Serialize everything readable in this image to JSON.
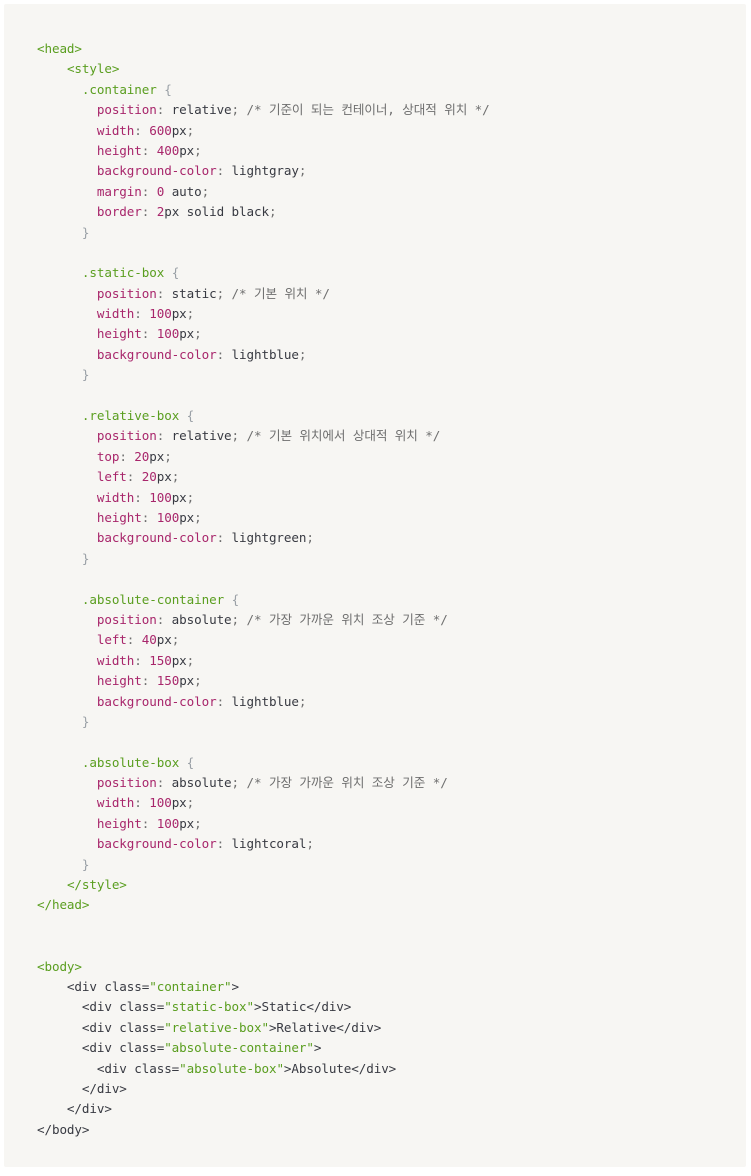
{
  "code_lines": [
    [
      {
        "c": "tag",
        "t": "<head>"
      }
    ],
    [
      {
        "c": "txt",
        "t": "    "
      },
      {
        "c": "tag",
        "t": "<style>"
      }
    ],
    [
      {
        "c": "txt",
        "t": "      "
      },
      {
        "c": "sel",
        "t": ".container"
      },
      {
        "c": "txt",
        "t": " "
      },
      {
        "c": "brace",
        "t": "{"
      }
    ],
    [
      {
        "c": "txt",
        "t": "        "
      },
      {
        "c": "prop",
        "t": "position"
      },
      {
        "c": "punct",
        "t": ":"
      },
      {
        "c": "txt",
        "t": " relative"
      },
      {
        "c": "punct",
        "t": ";"
      },
      {
        "c": "txt",
        "t": " "
      },
      {
        "c": "cmt",
        "t": "/* 기준이 되는 컨테이너, 상대적 위치 */"
      }
    ],
    [
      {
        "c": "txt",
        "t": "        "
      },
      {
        "c": "prop",
        "t": "width"
      },
      {
        "c": "punct",
        "t": ":"
      },
      {
        "c": "txt",
        "t": " "
      },
      {
        "c": "num",
        "t": "600"
      },
      {
        "c": "txt",
        "t": "px"
      },
      {
        "c": "punct",
        "t": ";"
      }
    ],
    [
      {
        "c": "txt",
        "t": "        "
      },
      {
        "c": "prop",
        "t": "height"
      },
      {
        "c": "punct",
        "t": ":"
      },
      {
        "c": "txt",
        "t": " "
      },
      {
        "c": "num",
        "t": "400"
      },
      {
        "c": "txt",
        "t": "px"
      },
      {
        "c": "punct",
        "t": ";"
      }
    ],
    [
      {
        "c": "txt",
        "t": "        "
      },
      {
        "c": "prop",
        "t": "background-color"
      },
      {
        "c": "punct",
        "t": ":"
      },
      {
        "c": "txt",
        "t": " lightgray"
      },
      {
        "c": "punct",
        "t": ";"
      }
    ],
    [
      {
        "c": "txt",
        "t": "        "
      },
      {
        "c": "prop",
        "t": "margin"
      },
      {
        "c": "punct",
        "t": ":"
      },
      {
        "c": "txt",
        "t": " "
      },
      {
        "c": "num",
        "t": "0"
      },
      {
        "c": "txt",
        "t": " auto"
      },
      {
        "c": "punct",
        "t": ";"
      }
    ],
    [
      {
        "c": "txt",
        "t": "        "
      },
      {
        "c": "prop",
        "t": "border"
      },
      {
        "c": "punct",
        "t": ":"
      },
      {
        "c": "txt",
        "t": " "
      },
      {
        "c": "num",
        "t": "2"
      },
      {
        "c": "txt",
        "t": "px solid black"
      },
      {
        "c": "punct",
        "t": ";"
      }
    ],
    [
      {
        "c": "txt",
        "t": "      "
      },
      {
        "c": "brace",
        "t": "}"
      }
    ],
    [],
    [
      {
        "c": "txt",
        "t": "      "
      },
      {
        "c": "sel",
        "t": ".static-box"
      },
      {
        "c": "txt",
        "t": " "
      },
      {
        "c": "brace",
        "t": "{"
      }
    ],
    [
      {
        "c": "txt",
        "t": "        "
      },
      {
        "c": "prop",
        "t": "position"
      },
      {
        "c": "punct",
        "t": ":"
      },
      {
        "c": "txt",
        "t": " static"
      },
      {
        "c": "punct",
        "t": ";"
      },
      {
        "c": "txt",
        "t": " "
      },
      {
        "c": "cmt",
        "t": "/* 기본 위치 */"
      }
    ],
    [
      {
        "c": "txt",
        "t": "        "
      },
      {
        "c": "prop",
        "t": "width"
      },
      {
        "c": "punct",
        "t": ":"
      },
      {
        "c": "txt",
        "t": " "
      },
      {
        "c": "num",
        "t": "100"
      },
      {
        "c": "txt",
        "t": "px"
      },
      {
        "c": "punct",
        "t": ";"
      }
    ],
    [
      {
        "c": "txt",
        "t": "        "
      },
      {
        "c": "prop",
        "t": "height"
      },
      {
        "c": "punct",
        "t": ":"
      },
      {
        "c": "txt",
        "t": " "
      },
      {
        "c": "num",
        "t": "100"
      },
      {
        "c": "txt",
        "t": "px"
      },
      {
        "c": "punct",
        "t": ";"
      }
    ],
    [
      {
        "c": "txt",
        "t": "        "
      },
      {
        "c": "prop",
        "t": "background-color"
      },
      {
        "c": "punct",
        "t": ":"
      },
      {
        "c": "txt",
        "t": " lightblue"
      },
      {
        "c": "punct",
        "t": ";"
      }
    ],
    [
      {
        "c": "txt",
        "t": "      "
      },
      {
        "c": "brace",
        "t": "}"
      }
    ],
    [],
    [
      {
        "c": "txt",
        "t": "      "
      },
      {
        "c": "sel",
        "t": ".relative-box"
      },
      {
        "c": "txt",
        "t": " "
      },
      {
        "c": "brace",
        "t": "{"
      }
    ],
    [
      {
        "c": "txt",
        "t": "        "
      },
      {
        "c": "prop",
        "t": "position"
      },
      {
        "c": "punct",
        "t": ":"
      },
      {
        "c": "txt",
        "t": " relative"
      },
      {
        "c": "punct",
        "t": ";"
      },
      {
        "c": "txt",
        "t": " "
      },
      {
        "c": "cmt",
        "t": "/* 기본 위치에서 상대적 위치 */"
      }
    ],
    [
      {
        "c": "txt",
        "t": "        "
      },
      {
        "c": "prop",
        "t": "top"
      },
      {
        "c": "punct",
        "t": ":"
      },
      {
        "c": "txt",
        "t": " "
      },
      {
        "c": "num",
        "t": "20"
      },
      {
        "c": "txt",
        "t": "px"
      },
      {
        "c": "punct",
        "t": ";"
      }
    ],
    [
      {
        "c": "txt",
        "t": "        "
      },
      {
        "c": "prop",
        "t": "left"
      },
      {
        "c": "punct",
        "t": ":"
      },
      {
        "c": "txt",
        "t": " "
      },
      {
        "c": "num",
        "t": "20"
      },
      {
        "c": "txt",
        "t": "px"
      },
      {
        "c": "punct",
        "t": ";"
      }
    ],
    [
      {
        "c": "txt",
        "t": "        "
      },
      {
        "c": "prop",
        "t": "width"
      },
      {
        "c": "punct",
        "t": ":"
      },
      {
        "c": "txt",
        "t": " "
      },
      {
        "c": "num",
        "t": "100"
      },
      {
        "c": "txt",
        "t": "px"
      },
      {
        "c": "punct",
        "t": ";"
      }
    ],
    [
      {
        "c": "txt",
        "t": "        "
      },
      {
        "c": "prop",
        "t": "height"
      },
      {
        "c": "punct",
        "t": ":"
      },
      {
        "c": "txt",
        "t": " "
      },
      {
        "c": "num",
        "t": "100"
      },
      {
        "c": "txt",
        "t": "px"
      },
      {
        "c": "punct",
        "t": ";"
      }
    ],
    [
      {
        "c": "txt",
        "t": "        "
      },
      {
        "c": "prop",
        "t": "background-color"
      },
      {
        "c": "punct",
        "t": ":"
      },
      {
        "c": "txt",
        "t": " lightgreen"
      },
      {
        "c": "punct",
        "t": ";"
      }
    ],
    [
      {
        "c": "txt",
        "t": "      "
      },
      {
        "c": "brace",
        "t": "}"
      }
    ],
    [],
    [
      {
        "c": "txt",
        "t": "      "
      },
      {
        "c": "sel",
        "t": ".absolute-container"
      },
      {
        "c": "txt",
        "t": " "
      },
      {
        "c": "brace",
        "t": "{"
      }
    ],
    [
      {
        "c": "txt",
        "t": "        "
      },
      {
        "c": "prop",
        "t": "position"
      },
      {
        "c": "punct",
        "t": ":"
      },
      {
        "c": "txt",
        "t": " absolute"
      },
      {
        "c": "punct",
        "t": ";"
      },
      {
        "c": "txt",
        "t": " "
      },
      {
        "c": "cmt",
        "t": "/* 가장 가까운 위치 조상 기준 */"
      }
    ],
    [
      {
        "c": "txt",
        "t": "        "
      },
      {
        "c": "prop",
        "t": "left"
      },
      {
        "c": "punct",
        "t": ":"
      },
      {
        "c": "txt",
        "t": " "
      },
      {
        "c": "num",
        "t": "40"
      },
      {
        "c": "txt",
        "t": "px"
      },
      {
        "c": "punct",
        "t": ";"
      }
    ],
    [
      {
        "c": "txt",
        "t": "        "
      },
      {
        "c": "prop",
        "t": "width"
      },
      {
        "c": "punct",
        "t": ":"
      },
      {
        "c": "txt",
        "t": " "
      },
      {
        "c": "num",
        "t": "150"
      },
      {
        "c": "txt",
        "t": "px"
      },
      {
        "c": "punct",
        "t": ";"
      }
    ],
    [
      {
        "c": "txt",
        "t": "        "
      },
      {
        "c": "prop",
        "t": "height"
      },
      {
        "c": "punct",
        "t": ":"
      },
      {
        "c": "txt",
        "t": " "
      },
      {
        "c": "num",
        "t": "150"
      },
      {
        "c": "txt",
        "t": "px"
      },
      {
        "c": "punct",
        "t": ";"
      }
    ],
    [
      {
        "c": "txt",
        "t": "        "
      },
      {
        "c": "prop",
        "t": "background-color"
      },
      {
        "c": "punct",
        "t": ":"
      },
      {
        "c": "txt",
        "t": " lightblue"
      },
      {
        "c": "punct",
        "t": ";"
      }
    ],
    [
      {
        "c": "txt",
        "t": "      "
      },
      {
        "c": "brace",
        "t": "}"
      }
    ],
    [],
    [
      {
        "c": "txt",
        "t": "      "
      },
      {
        "c": "sel",
        "t": ".absolute-box"
      },
      {
        "c": "txt",
        "t": " "
      },
      {
        "c": "brace",
        "t": "{"
      }
    ],
    [
      {
        "c": "txt",
        "t": "        "
      },
      {
        "c": "prop",
        "t": "position"
      },
      {
        "c": "punct",
        "t": ":"
      },
      {
        "c": "txt",
        "t": " absolute"
      },
      {
        "c": "punct",
        "t": ";"
      },
      {
        "c": "txt",
        "t": " "
      },
      {
        "c": "cmt",
        "t": "/* 가장 가까운 위치 조상 기준 */"
      }
    ],
    [
      {
        "c": "txt",
        "t": "        "
      },
      {
        "c": "prop",
        "t": "width"
      },
      {
        "c": "punct",
        "t": ":"
      },
      {
        "c": "txt",
        "t": " "
      },
      {
        "c": "num",
        "t": "100"
      },
      {
        "c": "txt",
        "t": "px"
      },
      {
        "c": "punct",
        "t": ";"
      }
    ],
    [
      {
        "c": "txt",
        "t": "        "
      },
      {
        "c": "prop",
        "t": "height"
      },
      {
        "c": "punct",
        "t": ":"
      },
      {
        "c": "txt",
        "t": " "
      },
      {
        "c": "num",
        "t": "100"
      },
      {
        "c": "txt",
        "t": "px"
      },
      {
        "c": "punct",
        "t": ";"
      }
    ],
    [
      {
        "c": "txt",
        "t": "        "
      },
      {
        "c": "prop",
        "t": "background-color"
      },
      {
        "c": "punct",
        "t": ":"
      },
      {
        "c": "txt",
        "t": " lightcoral"
      },
      {
        "c": "punct",
        "t": ";"
      }
    ],
    [
      {
        "c": "txt",
        "t": "      "
      },
      {
        "c": "brace",
        "t": "}"
      }
    ],
    [
      {
        "c": "txt",
        "t": "    "
      },
      {
        "c": "tag",
        "t": "</style>"
      }
    ],
    [
      {
        "c": "tag",
        "t": "</head>"
      }
    ],
    [],
    [],
    [
      {
        "c": "tag",
        "t": "<body>"
      }
    ],
    [
      {
        "c": "txt",
        "t": "    <div class="
      },
      {
        "c": "str",
        "t": "\"container\""
      },
      {
        "c": "txt",
        "t": ">"
      }
    ],
    [
      {
        "c": "txt",
        "t": "      <div class="
      },
      {
        "c": "str",
        "t": "\"static-box\""
      },
      {
        "c": "txt",
        "t": ">Static</div>"
      }
    ],
    [
      {
        "c": "txt",
        "t": "      <div class="
      },
      {
        "c": "str",
        "t": "\"relative-box\""
      },
      {
        "c": "txt",
        "t": ">Relative</div>"
      }
    ],
    [
      {
        "c": "txt",
        "t": "      <div class="
      },
      {
        "c": "str",
        "t": "\"absolute-container\""
      },
      {
        "c": "txt",
        "t": ">"
      }
    ],
    [
      {
        "c": "txt",
        "t": "        <div class="
      },
      {
        "c": "str",
        "t": "\"absolute-box\""
      },
      {
        "c": "txt",
        "t": ">Absolute</div>"
      }
    ],
    [
      {
        "c": "txt",
        "t": "      </div>"
      }
    ],
    [
      {
        "c": "txt",
        "t": "    </div>"
      }
    ],
    [
      {
        "c": "txt",
        "t": "</body>"
      }
    ]
  ]
}
